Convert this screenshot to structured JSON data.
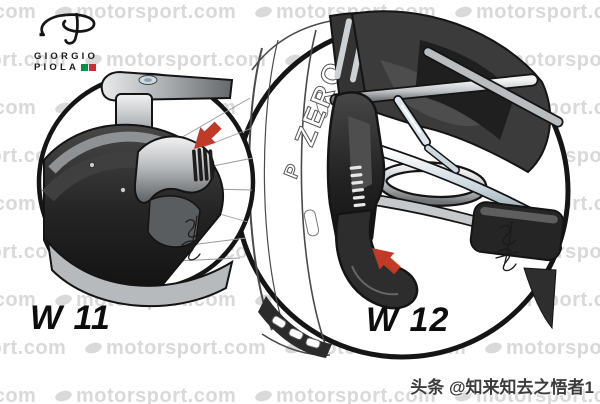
{
  "branding": {
    "name_line1": "GIORGIO",
    "name_line2": "PIOLA",
    "monogram_icon": "gp-signature-monogram",
    "flag_icon": "italian-flag",
    "flag_colors": [
      "#009246",
      "#ce2b37"
    ]
  },
  "watermark": {
    "text": "motorsport.com",
    "swoosh_icon": "motorsport-swoosh",
    "color": "#d9d9d9"
  },
  "figure": {
    "insets": [
      {
        "id": "w11",
        "label": "W 11"
      },
      {
        "id": "w12",
        "label": "W 12"
      }
    ],
    "tire": {
      "brand": "P",
      "model": "ZERO"
    },
    "arrow_color": "#c13a27"
  },
  "footer": {
    "text": "头条 @知来知去之悟者1"
  }
}
